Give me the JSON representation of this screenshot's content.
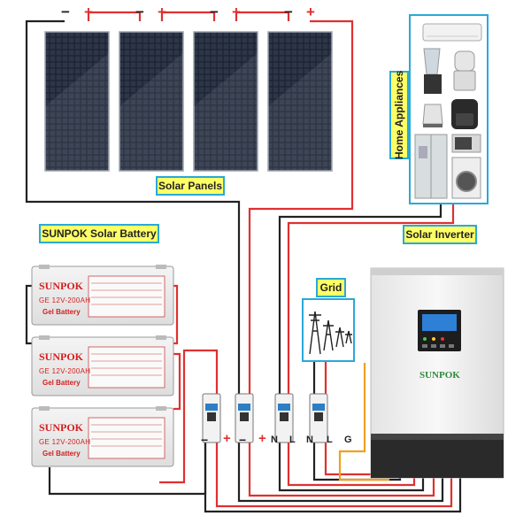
{
  "labels": {
    "solar_panels": "Solar Panels",
    "home_appliances": "Home Appliances",
    "battery": "SUNPOK Solar Battery",
    "inverter": "Solar Inverter",
    "grid": "Grid"
  },
  "panel_polarity": [
    {
      "neg": "−",
      "pos": "+"
    },
    {
      "neg": "−",
      "pos": "+"
    },
    {
      "neg": "−",
      "pos": "+"
    },
    {
      "neg": "−",
      "pos": "+"
    }
  ],
  "batteries": [
    {
      "brand": "SUNPOK",
      "model": "GE 12V-200AH",
      "type": "Gel Battery"
    },
    {
      "brand": "SUNPOK",
      "model": "GE 12V-200AH",
      "type": "Gel Battery"
    },
    {
      "brand": "SUNPOK",
      "model": "GE 12V-200AH",
      "type": "Gel Battery"
    }
  ],
  "inverter_brand": "SUNPOK",
  "terminals": [
    "−",
    "+",
    "−",
    "+",
    "N",
    "L",
    "N",
    "L",
    "G"
  ],
  "colors": {
    "label_bg": "#ffff66",
    "label_border": "#29a9d8",
    "positive_wire": "#e03030",
    "negative_wire": "#222222",
    "ground_wire": "#f0a020"
  }
}
